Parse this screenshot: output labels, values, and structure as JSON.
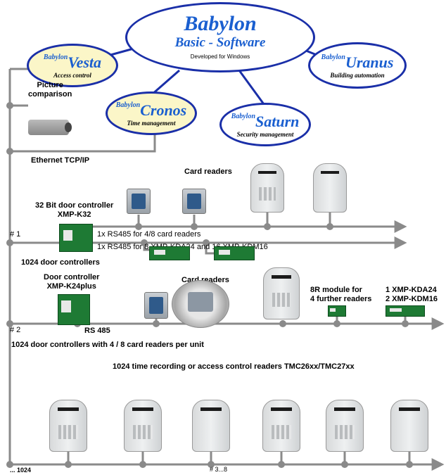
{
  "software": {
    "main_title": "Babylon",
    "main_subtitle": "Basic - Software",
    "main_note": "Developed for Windows",
    "brand_prefix": "Babylon",
    "modules": [
      {
        "name": "Vesta",
        "desc": "Access control"
      },
      {
        "name": "Cronos",
        "desc": "Time management"
      },
      {
        "name": "Saturn",
        "desc": "Security management"
      },
      {
        "name": "Uranus",
        "desc": "Building automation"
      }
    ]
  },
  "labels": {
    "picture_comparison": "Picture\ncomparison",
    "ethernet": "Ethernet TCP/IP",
    "card_readers_1": "Card readers",
    "controller_32": "32 Bit door controller\nXMP-K32",
    "bus1_hash": "# 1",
    "rs485_a": "1x RS485 for 4/8 card readers",
    "rs485_b": "1x RS485 for 8 XMP-KDA24 and 16 XMP-KDM16",
    "door_controllers_1024": "1024 door controllers",
    "controller_k24": "Door controller\nXMP-K24plus",
    "card_readers_2": "Card readers",
    "module_8r": "8R module for\n4 further readers",
    "kda": "1 XMP-KDA24\n2 XMP-KDM16",
    "bus2_hash": "# 2",
    "rs485": "RS 485",
    "door_controllers_with": "1024 door controllers with  4 / 8 card readers per unit",
    "time_recording": "1024 time recording or access control readers TMC26xx/TMC27xx",
    "bottom_left": "... 1024",
    "bottom_mid": "# 3...8"
  },
  "colors": {
    "ellipse_border": "#1a2fa8",
    "title_blue": "#1a5fd0",
    "sub_fill": "#fbf6c8",
    "wire": "#8a8a8a"
  }
}
